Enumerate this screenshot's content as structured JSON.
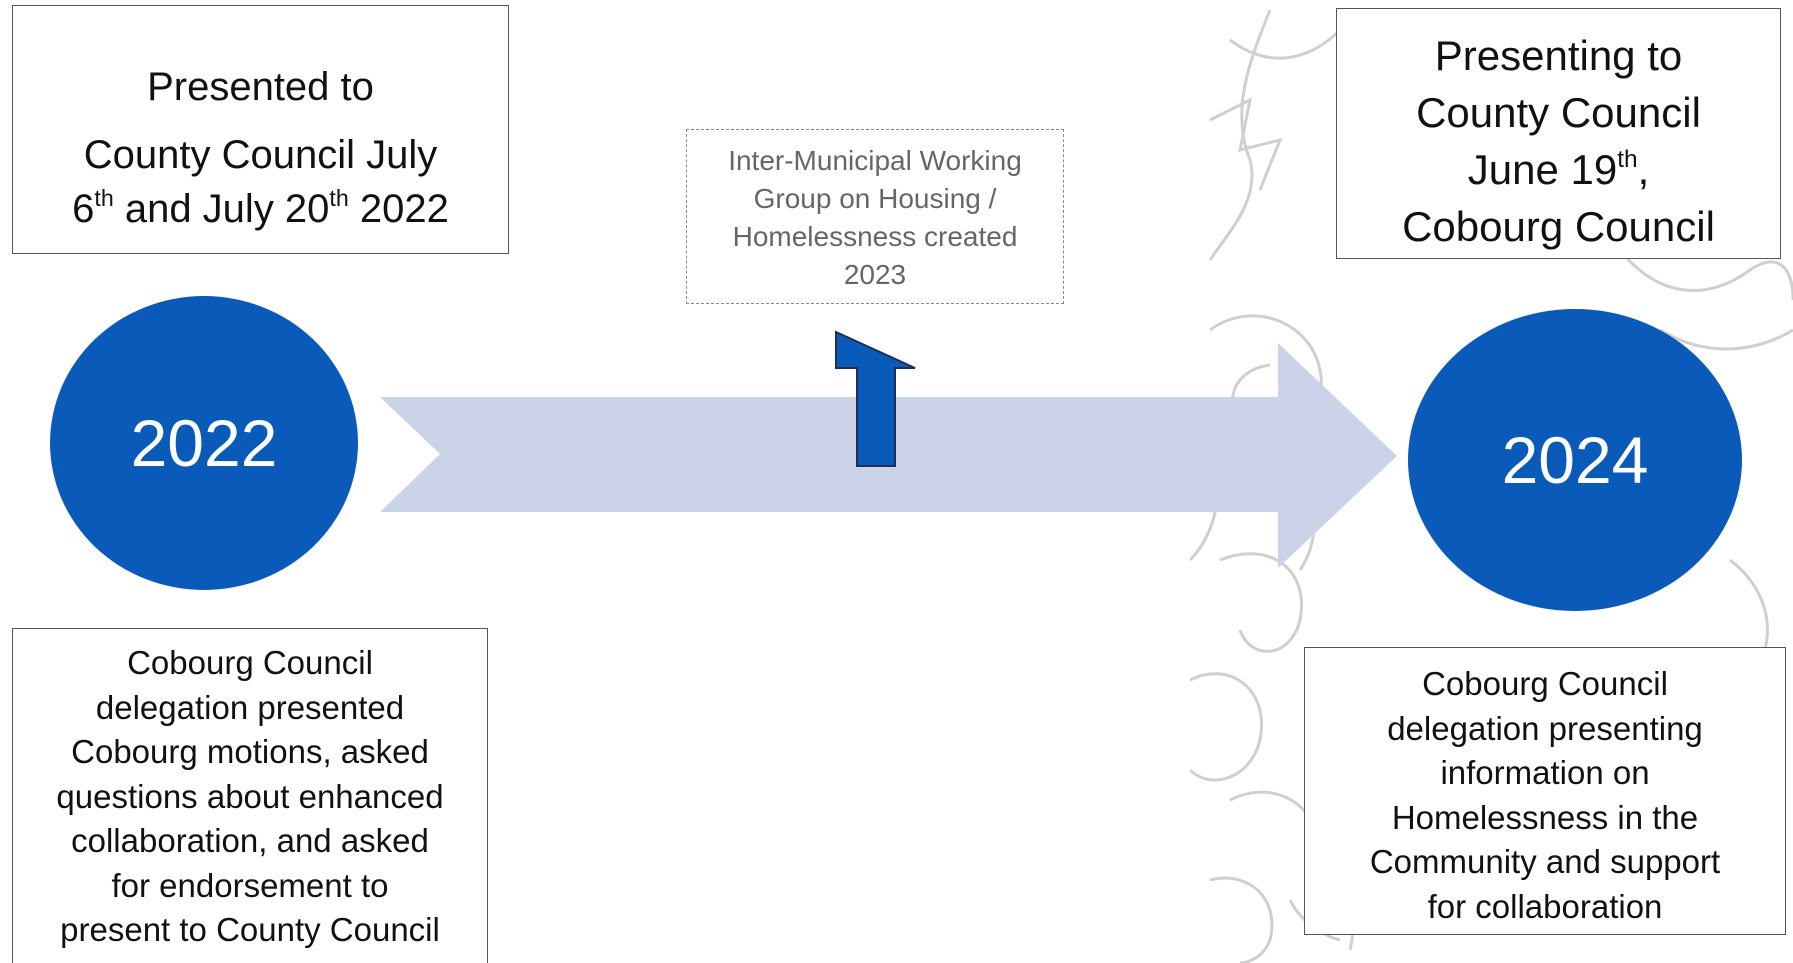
{
  "timeline": {
    "start_year": "2022",
    "end_year": "2024"
  },
  "top_left_note": {
    "line1": "Presented to",
    "line2": "County Council July",
    "line3_part1": "6",
    "line3_sup1": "th",
    "line3_part2": " and July 20",
    "line3_sup2": "th",
    "line3_part3": " 2022"
  },
  "milestone_2023": {
    "line1": "Inter-Municipal Working",
    "line2": "Group on Housing /",
    "line3": "Homelessness created",
    "line4": "2023"
  },
  "top_right_note": {
    "line1": "Presenting to",
    "line2": "County Council",
    "line3_part1": "June 19",
    "line3_sup": "th",
    "line3_part2": ",",
    "line4": "Cobourg Council"
  },
  "bottom_left_note": {
    "lines": [
      "Cobourg Council",
      "delegation presented",
      "Cobourg motions, asked",
      "questions about enhanced",
      "collaboration, and asked",
      "for endorsement to",
      "present to County Council"
    ]
  },
  "bottom_right_note": {
    "lines": [
      "Cobourg Council",
      "delegation presenting",
      "information on",
      "Homelessness in the",
      "Community and support",
      "for collaboration"
    ]
  },
  "colors": {
    "circle": "#0a5ab9",
    "timeline_arrow": "#cbd3e9",
    "up_arrow": "#0a5ab9",
    "crest_outline": "#c9c9c9"
  }
}
